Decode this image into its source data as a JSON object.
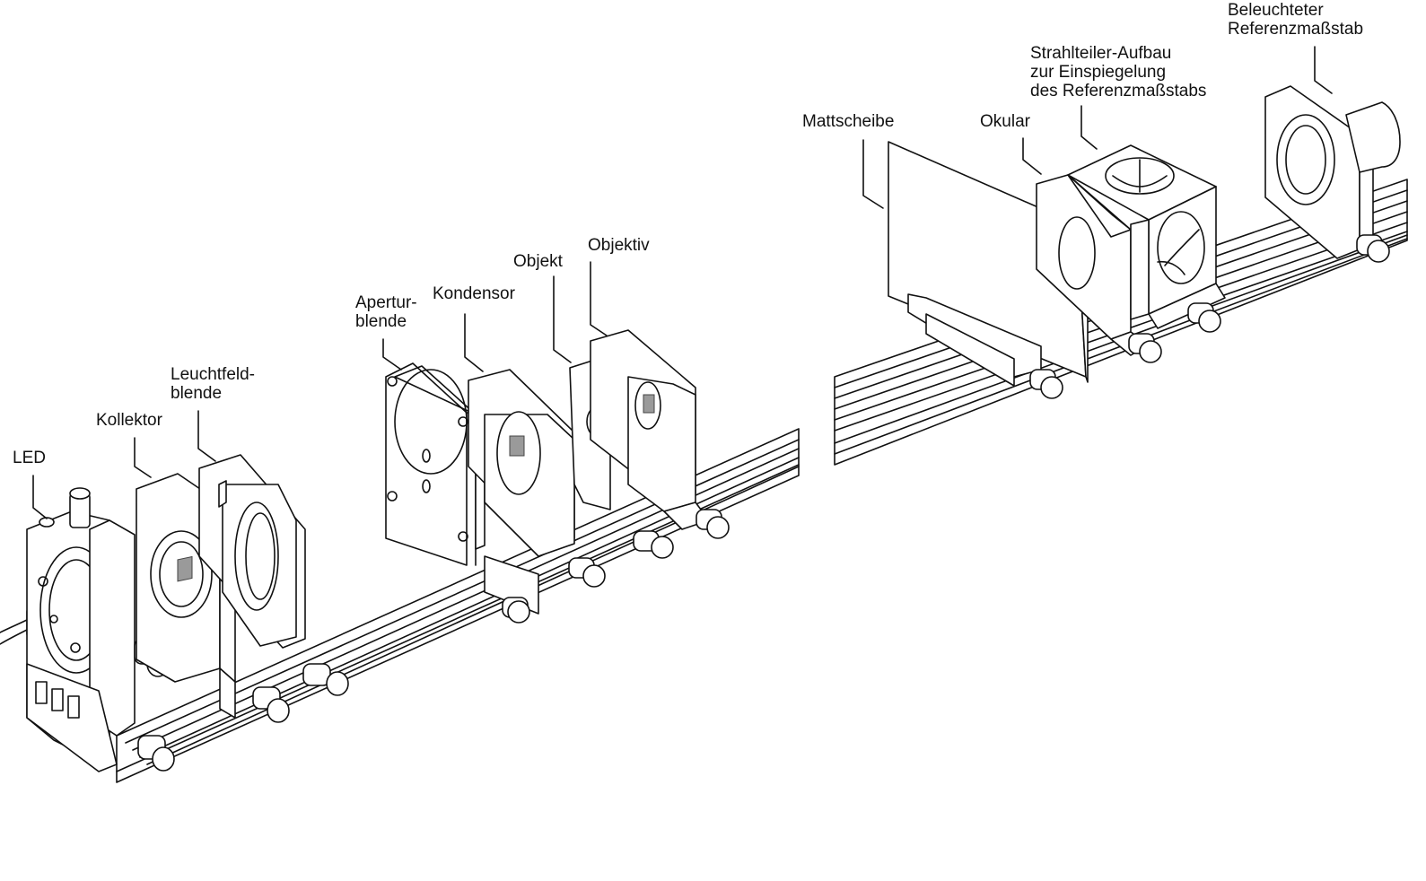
{
  "labels": {
    "led": "LED",
    "kollektor": "Kollektor",
    "leuchtfeldblende": "Leuchtfeld-\nblende",
    "aperturblende": "Apertur-\nblende",
    "kondensor": "Kondensor",
    "objekt": "Objekt",
    "objektiv": "Objektiv",
    "mattscheibe": "Mattscheibe",
    "okular": "Okular",
    "strahlteiler": "Strahlteiler-Aufbau\nzur Einspiegelung\ndes Referenzmaßstabs",
    "referenz": "Beleuchteter\nReferenzmaßstab"
  },
  "colors": {
    "line": "#111111",
    "background": "#ffffff",
    "filter_square": "#9a9a9a"
  }
}
